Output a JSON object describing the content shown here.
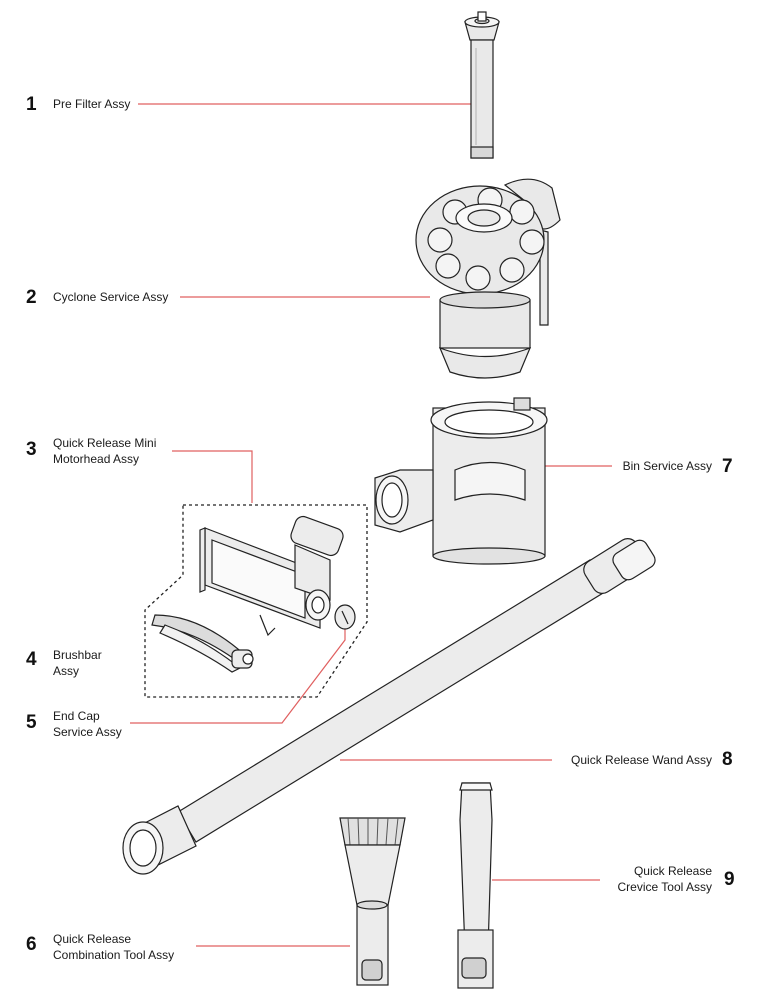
{
  "parts": [
    {
      "number": "1",
      "name": "Pre Filter Assy",
      "lines": [
        "Pre Filter Assy"
      ]
    },
    {
      "number": "2",
      "name": "Cyclone Service Assy",
      "lines": [
        "Cyclone Service Assy"
      ]
    },
    {
      "number": "3",
      "name": "Quick Release Mini Motorhead Assy",
      "lines": [
        "Quick Release Mini",
        "Motorhead Assy"
      ]
    },
    {
      "number": "4",
      "name": "Brushbar Assy",
      "lines": [
        "Brushbar",
        "Assy"
      ]
    },
    {
      "number": "5",
      "name": "End Cap Service Assy",
      "lines": [
        "End Cap",
        "Service Assy"
      ]
    },
    {
      "number": "6",
      "name": "Quick Release Combination Tool Assy",
      "lines": [
        "Quick Release",
        "Combination Tool Assy"
      ]
    },
    {
      "number": "7",
      "name": "Bin Service Assy",
      "lines": [
        "Bin Service Assy"
      ]
    },
    {
      "number": "8",
      "name": "Quick Release Wand Assy",
      "lines": [
        "Quick Release Wand Assy"
      ]
    },
    {
      "number": "9",
      "name": "Quick Release Crevice Tool Assy",
      "lines": [
        "Quick Release",
        "Crevice Tool Assy"
      ]
    }
  ],
  "colors": {
    "leader_line": "#e06060",
    "outline": "#222222",
    "fill": "#e9e9e9"
  }
}
